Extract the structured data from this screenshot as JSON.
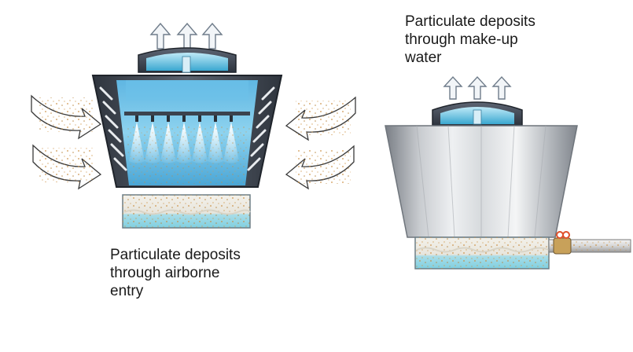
{
  "captions": {
    "makeup_water": {
      "line1": "Particulate deposits",
      "line2": "through make-up",
      "line3": "water"
    },
    "airborne": {
      "line1": "Particulate deposits",
      "line2": "through airborne",
      "line3": "entry"
    }
  },
  "colors": {
    "water": "#7fd3e6",
    "water_dark": "#3aa7d0",
    "steel": "#8f949a",
    "steel_light": "#e4e6e8",
    "fan_hood": "#3d4451",
    "particle": "#c98a3a",
    "valve": "#e0502a"
  },
  "icons": [
    "exhaust-arrow-icon",
    "air-inflow-arrow-icon",
    "valve-icon",
    "spray-nozzle-icon"
  ]
}
